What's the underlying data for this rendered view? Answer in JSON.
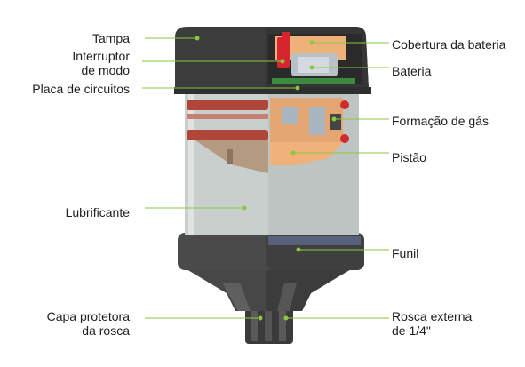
{
  "labels": {
    "tampa": "Tampa",
    "interruptor": "Interruptor\nde modo",
    "placa": "Placa de circuitos",
    "lubrificante": "Lubrificante",
    "capa": "Capa protetora\nda rosca",
    "cobertura": "Cobertura da bateria",
    "bateria": "Bateria",
    "formacao": "Formação de gás",
    "pistao": "Pistão",
    "funil": "Funil",
    "rosca": "Rosca externa\nde 1/4\""
  },
  "colors": {
    "leader_line": "#8dc63f",
    "leader_dot": "#8dc63f",
    "body_dark": "#3b3b3b",
    "lubricant": "#c9cfcc",
    "piston": "#f0b27a",
    "red_band": "#b0463a"
  }
}
